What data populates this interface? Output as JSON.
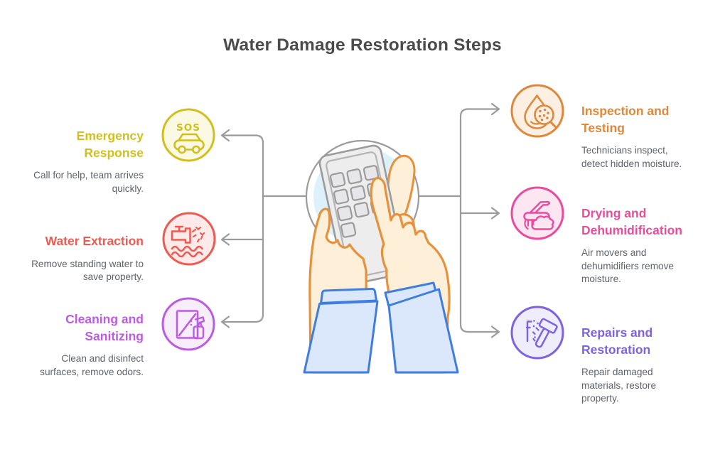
{
  "title": "Water Damage Restoration Steps",
  "colors": {
    "title_text": "#4b4b4b",
    "description_text": "#5f6368",
    "connector": "#9b9b9b",
    "center_circle_border": "#9b9b9b",
    "center_circle_fill": "#ddf1fa",
    "hand_fill": "#fdefd8",
    "hand_outline": "#e8913c",
    "sleeve_fill": "#dbe8fb",
    "sleeve_outline": "#3f7de0",
    "phone_fill": "#ededee",
    "phone_outline": "#9b9b9b"
  },
  "left_steps": [
    {
      "title": "Emergency Response",
      "description": "Call for help, team arrives quickly.",
      "color": "#d1bf1e",
      "icon_bg": "#fcf9e3",
      "icon": "sos-car-icon",
      "icon_label": "SOS"
    },
    {
      "title": "Water Extraction",
      "description": "Remove standing water to save property.",
      "color": "#ee5a52",
      "icon_bg": "#fdeae9",
      "icon": "faucet-water-icon"
    },
    {
      "title": "Cleaning and Sanitizing",
      "description": "Clean and disinfect surfaces, remove odors.",
      "color": "#bb5ce2",
      "icon_bg": "#f8edfb",
      "icon": "window-spray-icon"
    }
  ],
  "right_steps": [
    {
      "title": "Inspection and Testing",
      "description": "Technicians inspect, detect hidden moisture.",
      "color": "#e0883a",
      "icon_bg": "#fdf0e3",
      "icon": "drop-magnifier-icon"
    },
    {
      "title": "Drying and Dehumidification",
      "description": "Air movers and dehumidifiers remove moisture.",
      "color": "#ea4b9d",
      "icon_bg": "#fce6f2",
      "icon": "air-mover-icon"
    },
    {
      "title": "Repairs and Restoration",
      "description": "Repair damaged materials, restore property.",
      "color": "#7e62e0",
      "icon_bg": "#efedfb",
      "icon": "hammer-nails-icon"
    }
  ]
}
